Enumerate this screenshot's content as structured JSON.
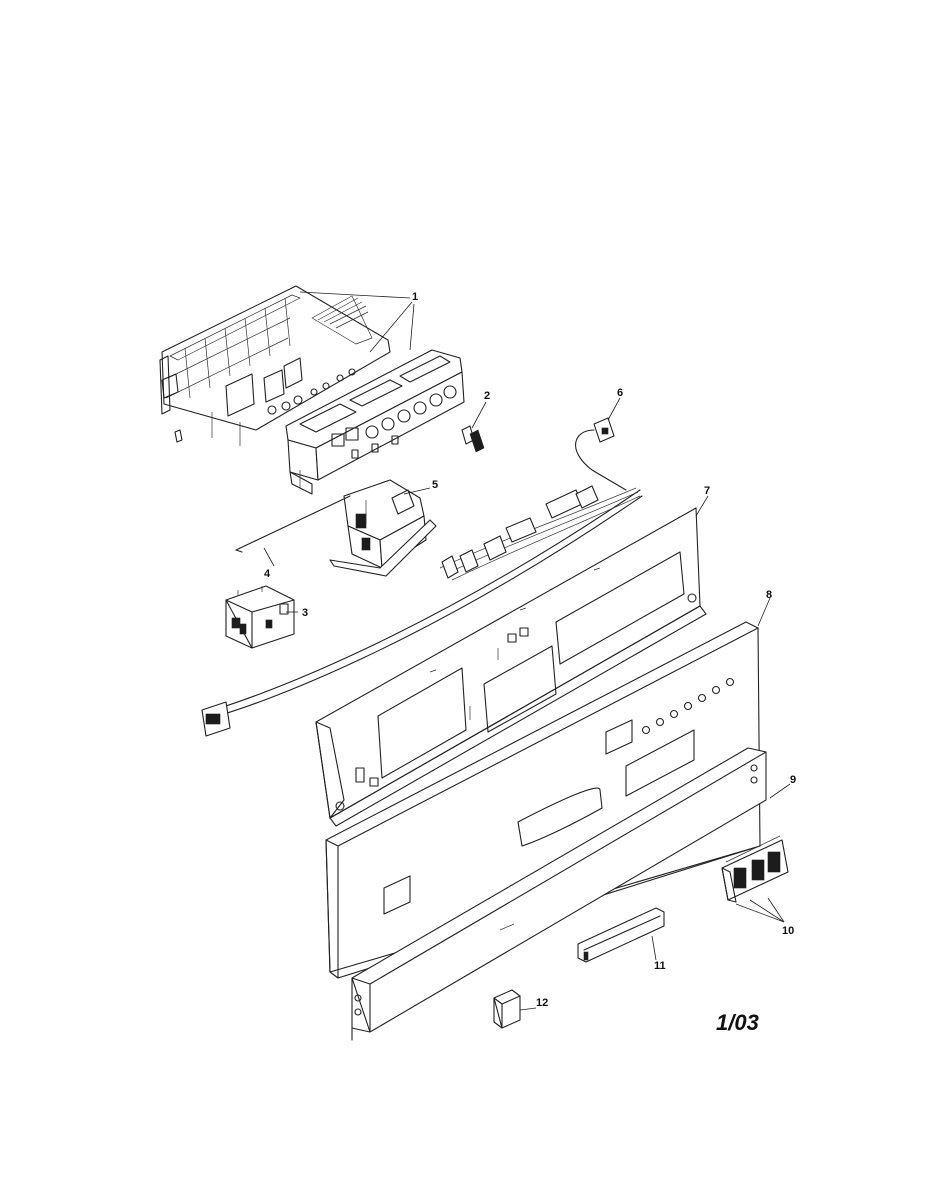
{
  "diagram": {
    "callouts": [
      {
        "id": "1",
        "label": "1"
      },
      {
        "id": "2",
        "label": "2"
      },
      {
        "id": "3",
        "label": "3"
      },
      {
        "id": "4",
        "label": "4"
      },
      {
        "id": "5",
        "label": "5"
      },
      {
        "id": "6",
        "label": "6"
      },
      {
        "id": "7",
        "label": "7"
      },
      {
        "id": "8",
        "label": "8"
      },
      {
        "id": "9",
        "label": "9"
      },
      {
        "id": "10",
        "label": "10"
      },
      {
        "id": "11",
        "label": "11"
      },
      {
        "id": "12",
        "label": "12"
      }
    ],
    "revision": "1/03"
  }
}
